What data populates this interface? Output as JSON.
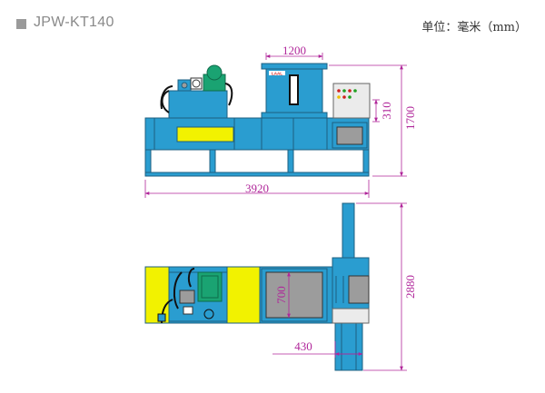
{
  "header": {
    "model": "JPW-KT140",
    "unit_label": "单位：毫米（mm）"
  },
  "dimensions": {
    "top_width": "1200",
    "door_height": "310",
    "total_height": "1700",
    "total_length": "3920",
    "plan_length": "2880",
    "chamber_width": "700",
    "outlet_width": "430"
  },
  "colors": {
    "body_blue": "#2a9dd0",
    "outline": "#1d5f80",
    "yellow": "#f2f200",
    "gray": "#9c9c9c",
    "dimension": "#b0269a"
  },
  "logo_text": "LAAL"
}
